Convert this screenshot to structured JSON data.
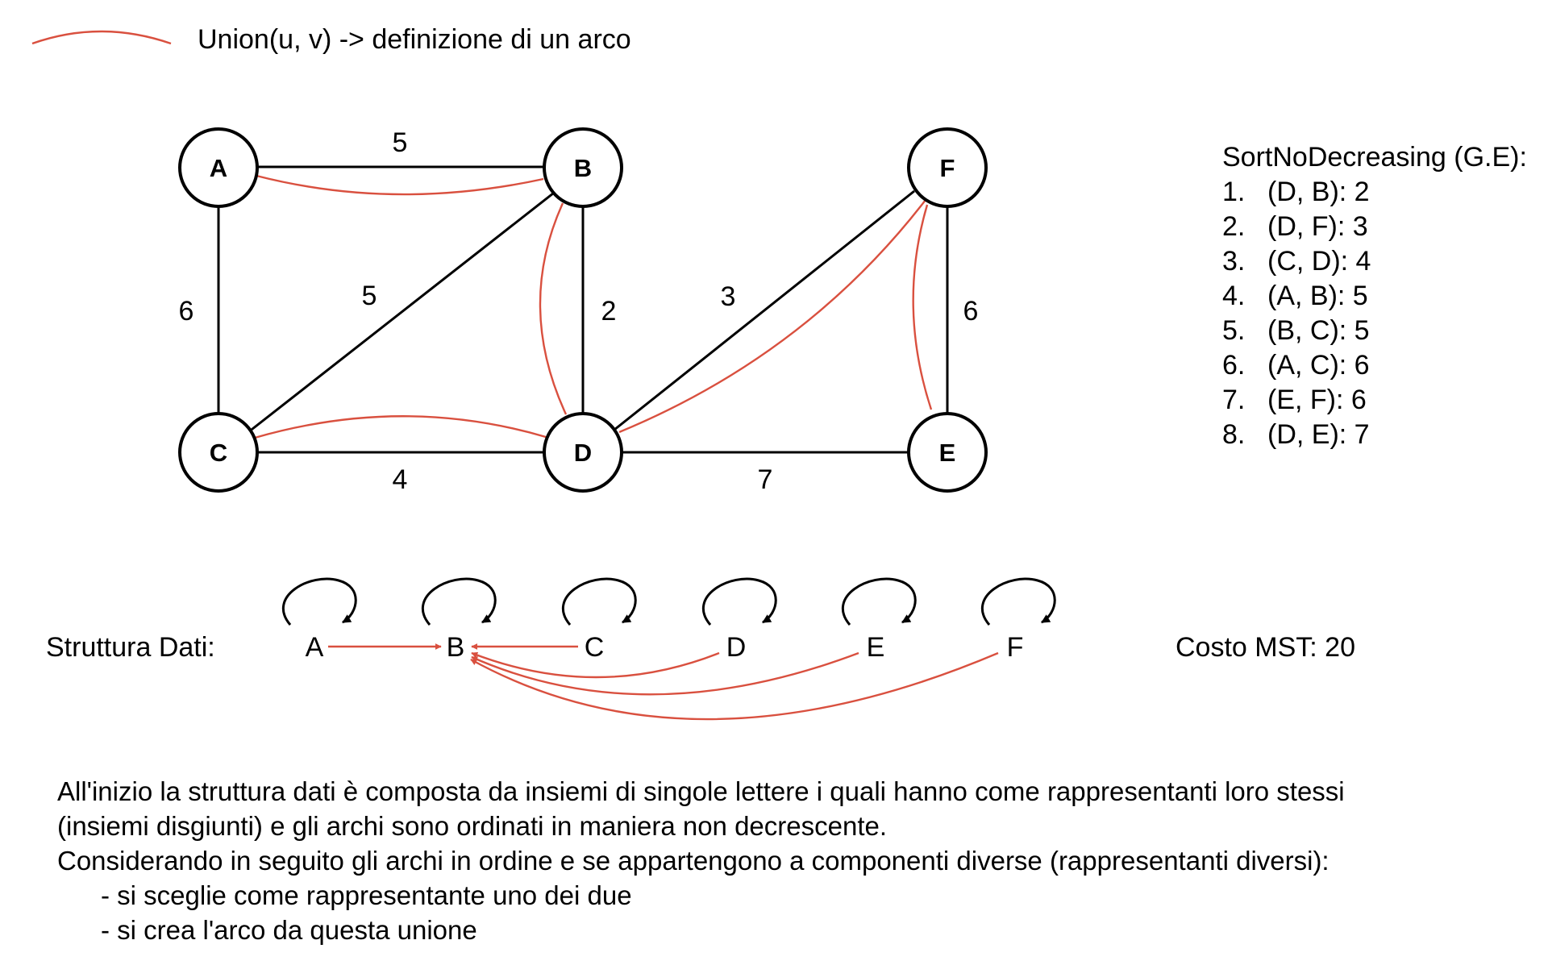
{
  "legend": {
    "label": "Union(u, v) -> definizione di un arco"
  },
  "colors": {
    "union": "#d9503f",
    "edge": "#000000",
    "node_stroke": "#000000"
  },
  "graph": {
    "nodes": [
      {
        "id": "A",
        "label": "A"
      },
      {
        "id": "B",
        "label": "B"
      },
      {
        "id": "C",
        "label": "C"
      },
      {
        "id": "D",
        "label": "D"
      },
      {
        "id": "E",
        "label": "E"
      },
      {
        "id": "F",
        "label": "F"
      }
    ],
    "edges": [
      {
        "from": "A",
        "to": "B",
        "weight": "5"
      },
      {
        "from": "A",
        "to": "C",
        "weight": "6"
      },
      {
        "from": "B",
        "to": "C",
        "weight": "5"
      },
      {
        "from": "B",
        "to": "D",
        "weight": "2"
      },
      {
        "from": "C",
        "to": "D",
        "weight": "4"
      },
      {
        "from": "D",
        "to": "F",
        "weight": "3"
      },
      {
        "from": "F",
        "to": "E",
        "weight": "6"
      },
      {
        "from": "D",
        "to": "E",
        "weight": "7"
      }
    ],
    "union_edges": [
      {
        "from": "A",
        "to": "B"
      },
      {
        "from": "B",
        "to": "D"
      },
      {
        "from": "C",
        "to": "D"
      },
      {
        "from": "D",
        "to": "F"
      },
      {
        "from": "F",
        "to": "E"
      }
    ]
  },
  "sorted_edges": {
    "title": "SortNoDecreasing (G.E):",
    "items": [
      {
        "num": "1.",
        "text": "(D, B): 2"
      },
      {
        "num": "2.",
        "text": "(D, F): 3"
      },
      {
        "num": "3.",
        "text": "(C, D): 4"
      },
      {
        "num": "4.",
        "text": "(A, B): 5"
      },
      {
        "num": "5.",
        "text": "(B, C): 5"
      },
      {
        "num": "6.",
        "text": "(A, C): 6"
      },
      {
        "num": "7.",
        "text": "(E, F): 6"
      },
      {
        "num": "8.",
        "text": "(D, E): 7"
      }
    ]
  },
  "structure": {
    "label": "Struttura Dati:",
    "elements": [
      "A",
      "B",
      "C",
      "D",
      "E",
      "F"
    ],
    "links": [
      {
        "from": "A",
        "to": "B"
      },
      {
        "from": "C",
        "to": "B"
      },
      {
        "from": "D",
        "to": "B"
      },
      {
        "from": "E",
        "to": "B"
      },
      {
        "from": "F",
        "to": "B"
      }
    ],
    "cost": "Costo MST: 20"
  },
  "description": {
    "line1": "All'inizio la struttura dati è composta da insiemi di singole lettere i quali hanno come rappresentanti loro stessi",
    "line2": "(insiemi disgiunti) e gli archi sono ordinati in maniera non decrescente.",
    "line3": "Considerando in seguito gli archi in ordine e se appartengono a componenti diverse (rappresentanti diversi):",
    "bullet1": "- si sceglie come rappresentante uno dei due",
    "bullet2": "- si crea l'arco da questa unione"
  }
}
